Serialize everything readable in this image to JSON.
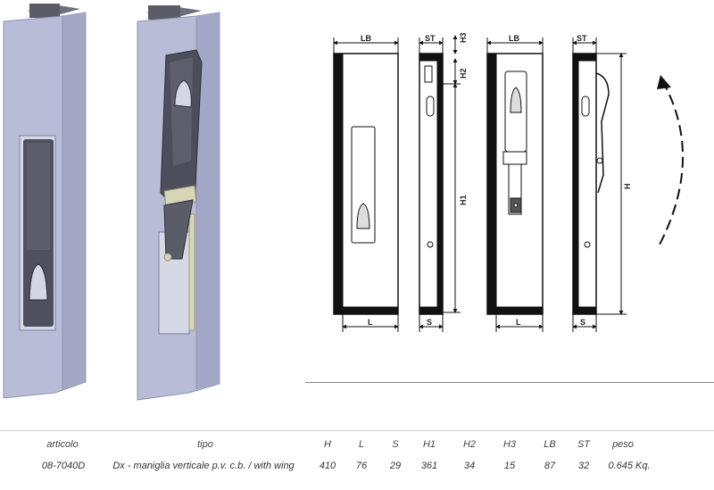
{
  "drawing": {
    "dimension_labels": {
      "LB": "LB",
      "ST": "ST",
      "H3": "H3",
      "H2": "H2",
      "H1": "H1",
      "H": "H",
      "L": "L",
      "S": "S"
    }
  },
  "table": {
    "headers": [
      "articolo",
      "tipo",
      "H",
      "L",
      "S",
      "H1",
      "H2",
      "H3",
      "LB",
      "ST",
      "peso"
    ],
    "row": [
      "08-7040D",
      "Dx - maniglia verticale p.v. c.b. / with wing",
      "410",
      "76",
      "29",
      "361",
      "34",
      "15",
      "87",
      "32",
      "0.645 Kq."
    ]
  },
  "colors": {
    "panel": "#b8bcd6",
    "panel_dark": "#8f93b3",
    "handle": "#4a4c5a",
    "line": "#111111"
  }
}
